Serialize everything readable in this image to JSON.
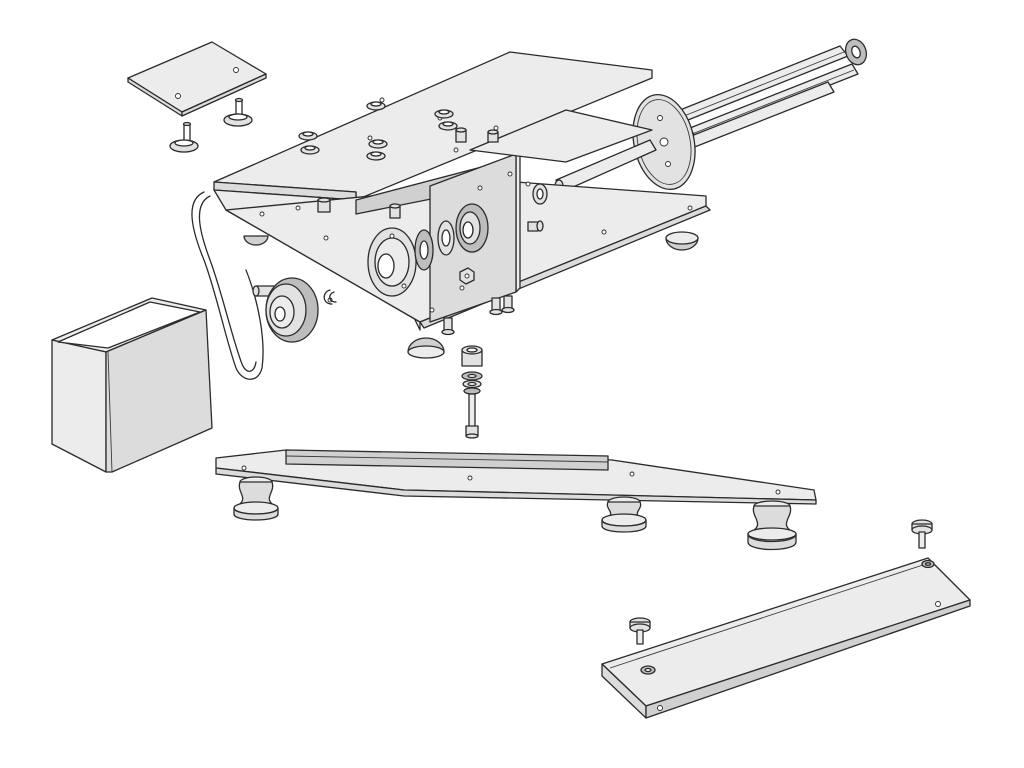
{
  "figure": {
    "type": "exploded-assembly-drawing",
    "style": "monochrome line art",
    "colors": {
      "line": "#2b2b2b",
      "sheet_metal": "#ececec",
      "sheet_metal_shadow": "#dcdcdc",
      "machined_metal": "#bdbdbd",
      "background": "#ffffff"
    },
    "parts": [
      "small-cover-plate",
      "main-chassis-bracket",
      "belt-loop",
      "pulley",
      "bearing-stack",
      "motor-shaft-with-rods",
      "rubber-bumper-feet",
      "standoff-screw-stack",
      "u-shaped-cover",
      "base-plate",
      "vibration-mount-feet",
      "angle-rail",
      "rail-screws"
    ]
  }
}
